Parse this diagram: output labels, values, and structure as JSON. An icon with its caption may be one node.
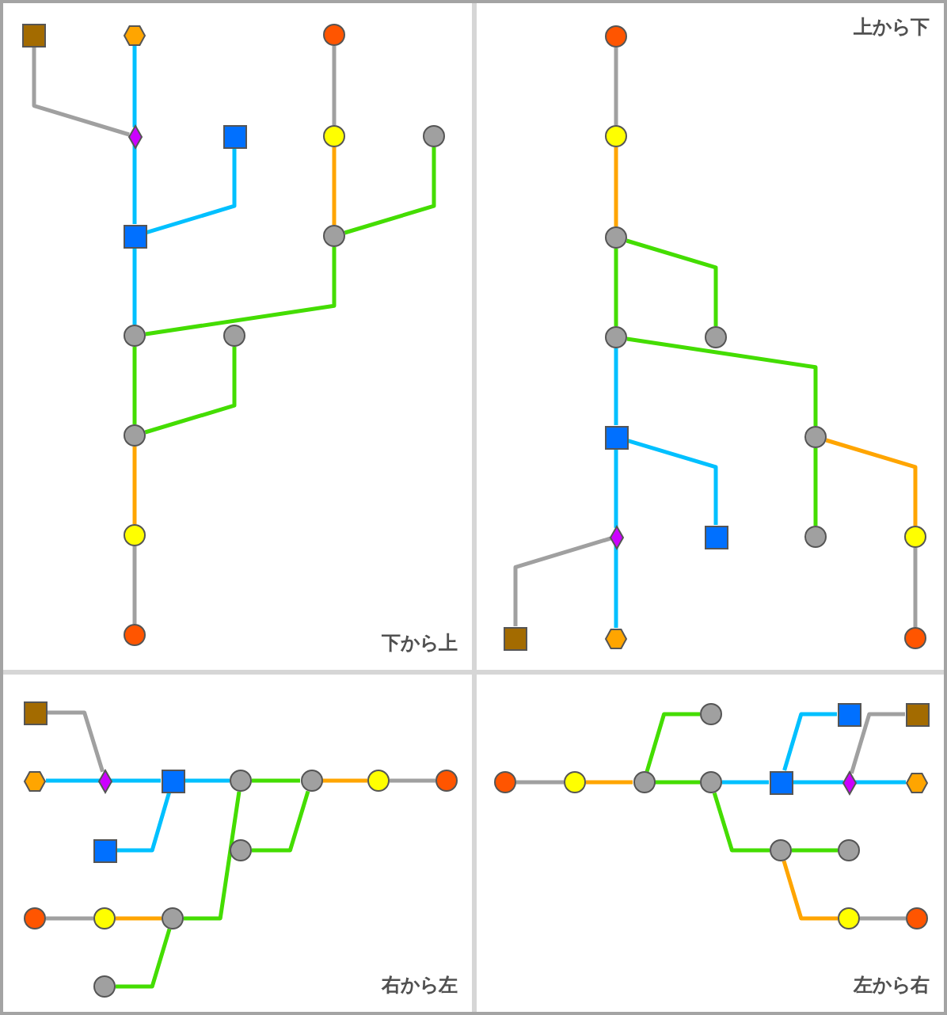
{
  "diagram": {
    "nodes": [
      {
        "text": [
          "下から上"
        ]
      },
      {
        "text": [],
        "shape": "square",
        "in": 0
      },
      {
        "text": [],
        "shape": "hexagon",
        "in": 0
      },
      {
        "text": [],
        "shape": "circle",
        "in": 0
      },
      {
        "text": [],
        "shape": "diamond",
        "in": 0
      },
      {
        "text": [],
        "shape": "square",
        "in": 0
      },
      {
        "text": [],
        "shape": "circle",
        "in": 0
      },
      {
        "text": [],
        "shape": "circle",
        "in": 0
      },
      {
        "text": [],
        "shape": "square",
        "in": 0
      },
      {
        "text": [],
        "shape": "circle",
        "in": 0
      },
      {
        "text": [],
        "shape": "circle",
        "in": 0
      },
      {
        "text": [],
        "shape": "circle",
        "in": 0
      },
      {
        "text": [],
        "shape": "circle",
        "in": 0
      },
      {
        "text": [],
        "shape": "circle",
        "in": 0
      },
      {
        "text": [],
        "shape": "circle",
        "in": 0
      },
      {
        "text": [
          "上から下"
        ]
      },
      {
        "text": [],
        "shape": "circle",
        "in": 15
      },
      {
        "text": [],
        "shape": "circle",
        "in": 15
      },
      {
        "text": [],
        "shape": "circle",
        "in": 15
      },
      {
        "text": [],
        "shape": "circle",
        "in": 15
      },
      {
        "text": [],
        "shape": "circle",
        "in": 15
      },
      {
        "text": [],
        "shape": "square",
        "in": 15
      },
      {
        "text": [],
        "shape": "circle",
        "in": 15
      },
      {
        "text": [],
        "shape": "diamond",
        "in": 15
      },
      {
        "text": [],
        "shape": "square",
        "in": 15
      },
      {
        "text": [],
        "shape": "circle",
        "in": 15
      },
      {
        "text": [],
        "shape": "circle",
        "in": 15
      },
      {
        "text": [],
        "shape": "square",
        "in": 15
      },
      {
        "text": [],
        "shape": "hexagon",
        "in": 15
      },
      {
        "text": [],
        "shape": "circle",
        "in": 15
      },
      {
        "text": [
          "右から左"
        ]
      },
      {
        "text": [],
        "shape": "square",
        "in": 30
      },
      {
        "text": [],
        "shape": "hexagon",
        "in": 30
      },
      {
        "text": [],
        "shape": "diamond",
        "in": 30
      },
      {
        "text": [],
        "shape": "square",
        "in": 30
      },
      {
        "text": [],
        "shape": "circle",
        "in": 30
      },
      {
        "text": [],
        "shape": "circle",
        "in": 30
      },
      {
        "text": [],
        "shape": "circle",
        "in": 30
      },
      {
        "text": [],
        "shape": "circle",
        "in": 30
      },
      {
        "text": [],
        "shape": "square",
        "in": 30
      },
      {
        "text": [],
        "shape": "circle",
        "in": 30
      },
      {
        "text": [],
        "shape": "circle",
        "in": 30
      },
      {
        "text": [],
        "shape": "circle",
        "in": 30
      },
      {
        "text": [],
        "shape": "circle",
        "in": 30
      },
      {
        "text": [],
        "shape": "circle",
        "in": 30
      },
      {
        "text": [
          "左から右"
        ]
      },
      {
        "text": [],
        "shape": "circle",
        "in": 45
      },
      {
        "text": [],
        "shape": "square",
        "in": 45
      },
      {
        "text": [],
        "shape": "square",
        "in": 45
      },
      {
        "text": [],
        "shape": "circle",
        "in": 45
      },
      {
        "text": [],
        "shape": "circle",
        "in": 45
      },
      {
        "text": [],
        "shape": "circle",
        "in": 45
      },
      {
        "text": [],
        "shape": "circle",
        "in": 45
      },
      {
        "text": [],
        "shape": "square",
        "in": 45
      },
      {
        "text": [],
        "shape": "diamond",
        "in": 45
      },
      {
        "text": [],
        "shape": "hexagon",
        "in": 45
      },
      {
        "text": [],
        "shape": "circle",
        "in": 45
      },
      {
        "text": [],
        "shape": "circle",
        "in": 45
      },
      {
        "text": [],
        "shape": "circle",
        "in": 45
      },
      {
        "text": [],
        "shape": "circle",
        "in": 45
      }
    ],
    "edges": [
      {
        "from": 14,
        "to": 13,
        "arrow": "none",
        "color": "#a0a0a0"
      },
      {
        "from": 13,
        "to": 12,
        "arrow": "none",
        "color": "#ffa500"
      },
      {
        "from": 12,
        "to": 10,
        "arrow": "none",
        "color": "#44dd00"
      },
      {
        "from": 12,
        "to": 11,
        "arrow": "none",
        "color": "#44dd00"
      },
      {
        "from": 10,
        "to": 8,
        "arrow": "none",
        "color": "#00c0ff"
      },
      {
        "from": 10,
        "to": 9,
        "arrow": "none",
        "color": "#44dd00"
      },
      {
        "from": 8,
        "to": 4,
        "arrow": "none",
        "color": "#00c0ff"
      },
      {
        "from": 8,
        "to": 5,
        "arrow": "none",
        "color": "#00c0ff"
      },
      {
        "from": 4,
        "to": 1,
        "arrow": "none",
        "color": "#a0a0a0"
      },
      {
        "from": 4,
        "to": 2,
        "arrow": "none",
        "color": "#00c0ff"
      },
      {
        "from": 9,
        "to": 6,
        "arrow": "none",
        "color": "#ffa500"
      },
      {
        "from": 9,
        "to": 7,
        "arrow": "none",
        "color": "#44dd00"
      },
      {
        "from": 6,
        "to": 3,
        "arrow": "none",
        "color": "#a0a0a0"
      },
      {
        "from": 16,
        "to": 17,
        "arrow": "none",
        "color": "#a0a0a0"
      },
      {
        "from": 17,
        "to": 18,
        "arrow": "none",
        "color": "#ffa500"
      },
      {
        "from": 18,
        "to": 19,
        "arrow": "none",
        "color": "#44dd00"
      },
      {
        "from": 18,
        "to": 20,
        "arrow": "none",
        "color": "#44dd00"
      },
      {
        "from": 19,
        "to": 21,
        "arrow": "none",
        "color": "#00c0ff"
      },
      {
        "from": 19,
        "to": 22,
        "arrow": "none",
        "color": "#44dd00"
      },
      {
        "from": 21,
        "to": 23,
        "arrow": "none",
        "color": "#00c0ff"
      },
      {
        "from": 21,
        "to": 24,
        "arrow": "none",
        "color": "#00c0ff"
      },
      {
        "from": 22,
        "to": 25,
        "arrow": "none",
        "color": "#44dd00"
      },
      {
        "from": 22,
        "to": 26,
        "arrow": "none",
        "color": "#ffa500"
      },
      {
        "from": 26,
        "to": 29,
        "arrow": "none",
        "color": "#a0a0a0"
      },
      {
        "from": 23,
        "to": 27,
        "arrow": "none",
        "color": "#a0a0a0"
      },
      {
        "from": 23,
        "to": 28,
        "arrow": "none",
        "color": "#00c0ff"
      },
      {
        "from": 38,
        "to": 37,
        "arrow": "none",
        "color": "#a0a0a0"
      },
      {
        "from": 37,
        "to": 36,
        "arrow": "none",
        "color": "#ffa500"
      },
      {
        "from": 36,
        "to": 35,
        "arrow": "none",
        "color": "#44dd00"
      },
      {
        "from": 36,
        "to": 40,
        "arrow": "none",
        "color": "#44dd00"
      },
      {
        "from": 35,
        "to": 34,
        "arrow": "none",
        "color": "#00c0ff"
      },
      {
        "from": 35,
        "to": 43,
        "arrow": "none",
        "color": "#44dd00"
      },
      {
        "from": 34,
        "to": 33,
        "arrow": "none",
        "color": "#00c0ff"
      },
      {
        "from": 34,
        "to": 39,
        "arrow": "none",
        "color": "#00c0ff"
      },
      {
        "from": 33,
        "to": 31,
        "arrow": "none",
        "color": "#a0a0a0"
      },
      {
        "from": 33,
        "to": 32,
        "arrow": "none",
        "color": "#00c0ff"
      },
      {
        "from": 43,
        "to": 42,
        "arrow": "none",
        "color": "#ffa500"
      },
      {
        "from": 43,
        "to": 44,
        "arrow": "none",
        "color": "#44dd00"
      },
      {
        "from": 42,
        "to": 41,
        "arrow": "none",
        "color": "#a0a0a0"
      },
      {
        "from": 49,
        "to": 50,
        "arrow": "none",
        "color": "#a0a0a0"
      },
      {
        "from": 50,
        "to": 51,
        "arrow": "none",
        "color": "#ffa500"
      },
      {
        "from": 51,
        "to": 52,
        "arrow": "none",
        "color": "#44dd00"
      },
      {
        "from": 51,
        "to": 46,
        "arrow": "none",
        "color": "#44dd00"
      },
      {
        "from": 52,
        "to": 53,
        "arrow": "none",
        "color": "#00c0ff"
      },
      {
        "from": 52,
        "to": 56,
        "arrow": "none",
        "color": "#44dd00"
      },
      {
        "from": 53,
        "to": 54,
        "arrow": "none",
        "color": "#00c0ff"
      },
      {
        "from": 53,
        "to": 47,
        "arrow": "none",
        "color": "#00c0ff"
      },
      {
        "from": 54,
        "to": 48,
        "arrow": "none",
        "color": "#a0a0a0"
      },
      {
        "from": 54,
        "to": 55,
        "arrow": "none",
        "color": "#00c0ff"
      },
      {
        "from": 56,
        "to": 57,
        "arrow": "none",
        "color": "#44dd00"
      },
      {
        "from": 56,
        "to": 58,
        "arrow": "none",
        "color": "#ffa500"
      },
      {
        "from": 58,
        "to": 59,
        "arrow": "none",
        "color": "#a0a0a0"
      }
    ]
  }
}
